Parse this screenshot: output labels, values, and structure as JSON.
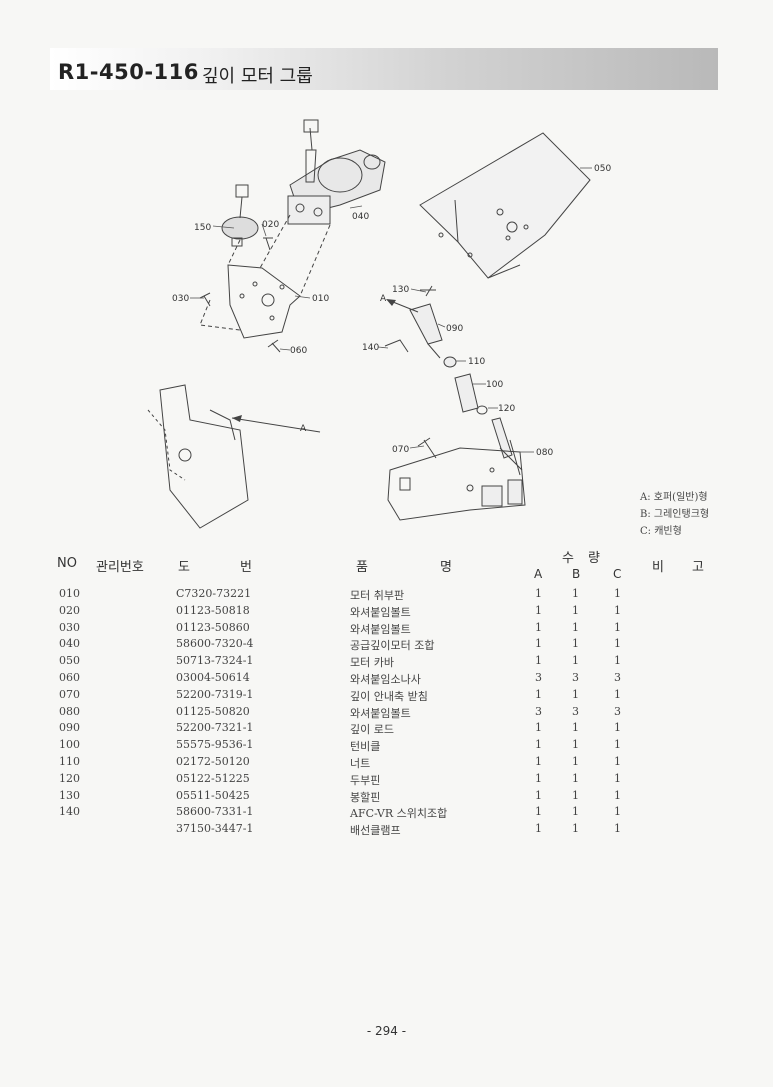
{
  "header": {
    "code": "R1-450-116",
    "title": "깊이 모터 그룹"
  },
  "diagram": {
    "callouts": [
      "010",
      "020",
      "030",
      "040",
      "050",
      "060",
      "070",
      "080",
      "090",
      "100",
      "110",
      "120",
      "130",
      "140",
      "150"
    ],
    "arrow_label": "A",
    "legend": [
      "A: 호퍼(일반)형",
      "B: 그레인탱크형",
      "C: 캐빈형"
    ]
  },
  "table": {
    "headers": {
      "no": "NO",
      "mgmt": "관리번호",
      "do": "도",
      "beon": "번",
      "pum": "품",
      "myeong": "명",
      "su": "수",
      "ryang": "량",
      "a": "A",
      "b": "B",
      "c": "C",
      "bi": "비",
      "go": "고"
    },
    "rows": [
      {
        "no": "010",
        "part": "C7320-73221",
        "name": "모터 취부판",
        "a": "1",
        "b": "1",
        "c": "1"
      },
      {
        "no": "020",
        "part": "01123-50818",
        "name": "와셔붙임볼트",
        "a": "1",
        "b": "1",
        "c": "1"
      },
      {
        "no": "030",
        "part": "01123-50860",
        "name": "와셔붙임볼트",
        "a": "1",
        "b": "1",
        "c": "1"
      },
      {
        "no": "040",
        "part": "58600-7320-4",
        "name": "공급깊이모터 조합",
        "a": "1",
        "b": "1",
        "c": "1"
      },
      {
        "no": "050",
        "part": "50713-7324-1",
        "name": "모터 카바",
        "a": "1",
        "b": "1",
        "c": "1"
      },
      {
        "no": "060",
        "part": "03004-50614",
        "name": "와셔붙임소나사",
        "a": "3",
        "b": "3",
        "c": "3"
      },
      {
        "no": "070",
        "part": "52200-7319-1",
        "name": "깊이 안내축 받침",
        "a": "1",
        "b": "1",
        "c": "1"
      },
      {
        "no": "080",
        "part": "01125-50820",
        "name": "와셔붙임볼트",
        "a": "3",
        "b": "3",
        "c": "3"
      },
      {
        "no": "090",
        "part": "52200-7321-1",
        "name": "깊이 로드",
        "a": "1",
        "b": "1",
        "c": "1"
      },
      {
        "no": "100",
        "part": "55575-9536-1",
        "name": "턴비클",
        "a": "1",
        "b": "1",
        "c": "1"
      },
      {
        "no": "110",
        "part": "02172-50120",
        "name": "너트",
        "a": "1",
        "b": "1",
        "c": "1"
      },
      {
        "no": "120",
        "part": "05122-51225",
        "name": "두부핀",
        "a": "1",
        "b": "1",
        "c": "1"
      },
      {
        "no": "130",
        "part": "05511-50425",
        "name": "봉할핀",
        "a": "1",
        "b": "1",
        "c": "1"
      },
      {
        "no": "140",
        "part": "58600-7331-1",
        "name": "AFC-VR 스위치조합",
        "a": "1",
        "b": "1",
        "c": "1"
      },
      {
        "no": "",
        "part": "37150-3447-1",
        "name": "배선클램프",
        "a": "1",
        "b": "1",
        "c": "1"
      }
    ]
  },
  "footer": {
    "page": "- 294 -"
  }
}
